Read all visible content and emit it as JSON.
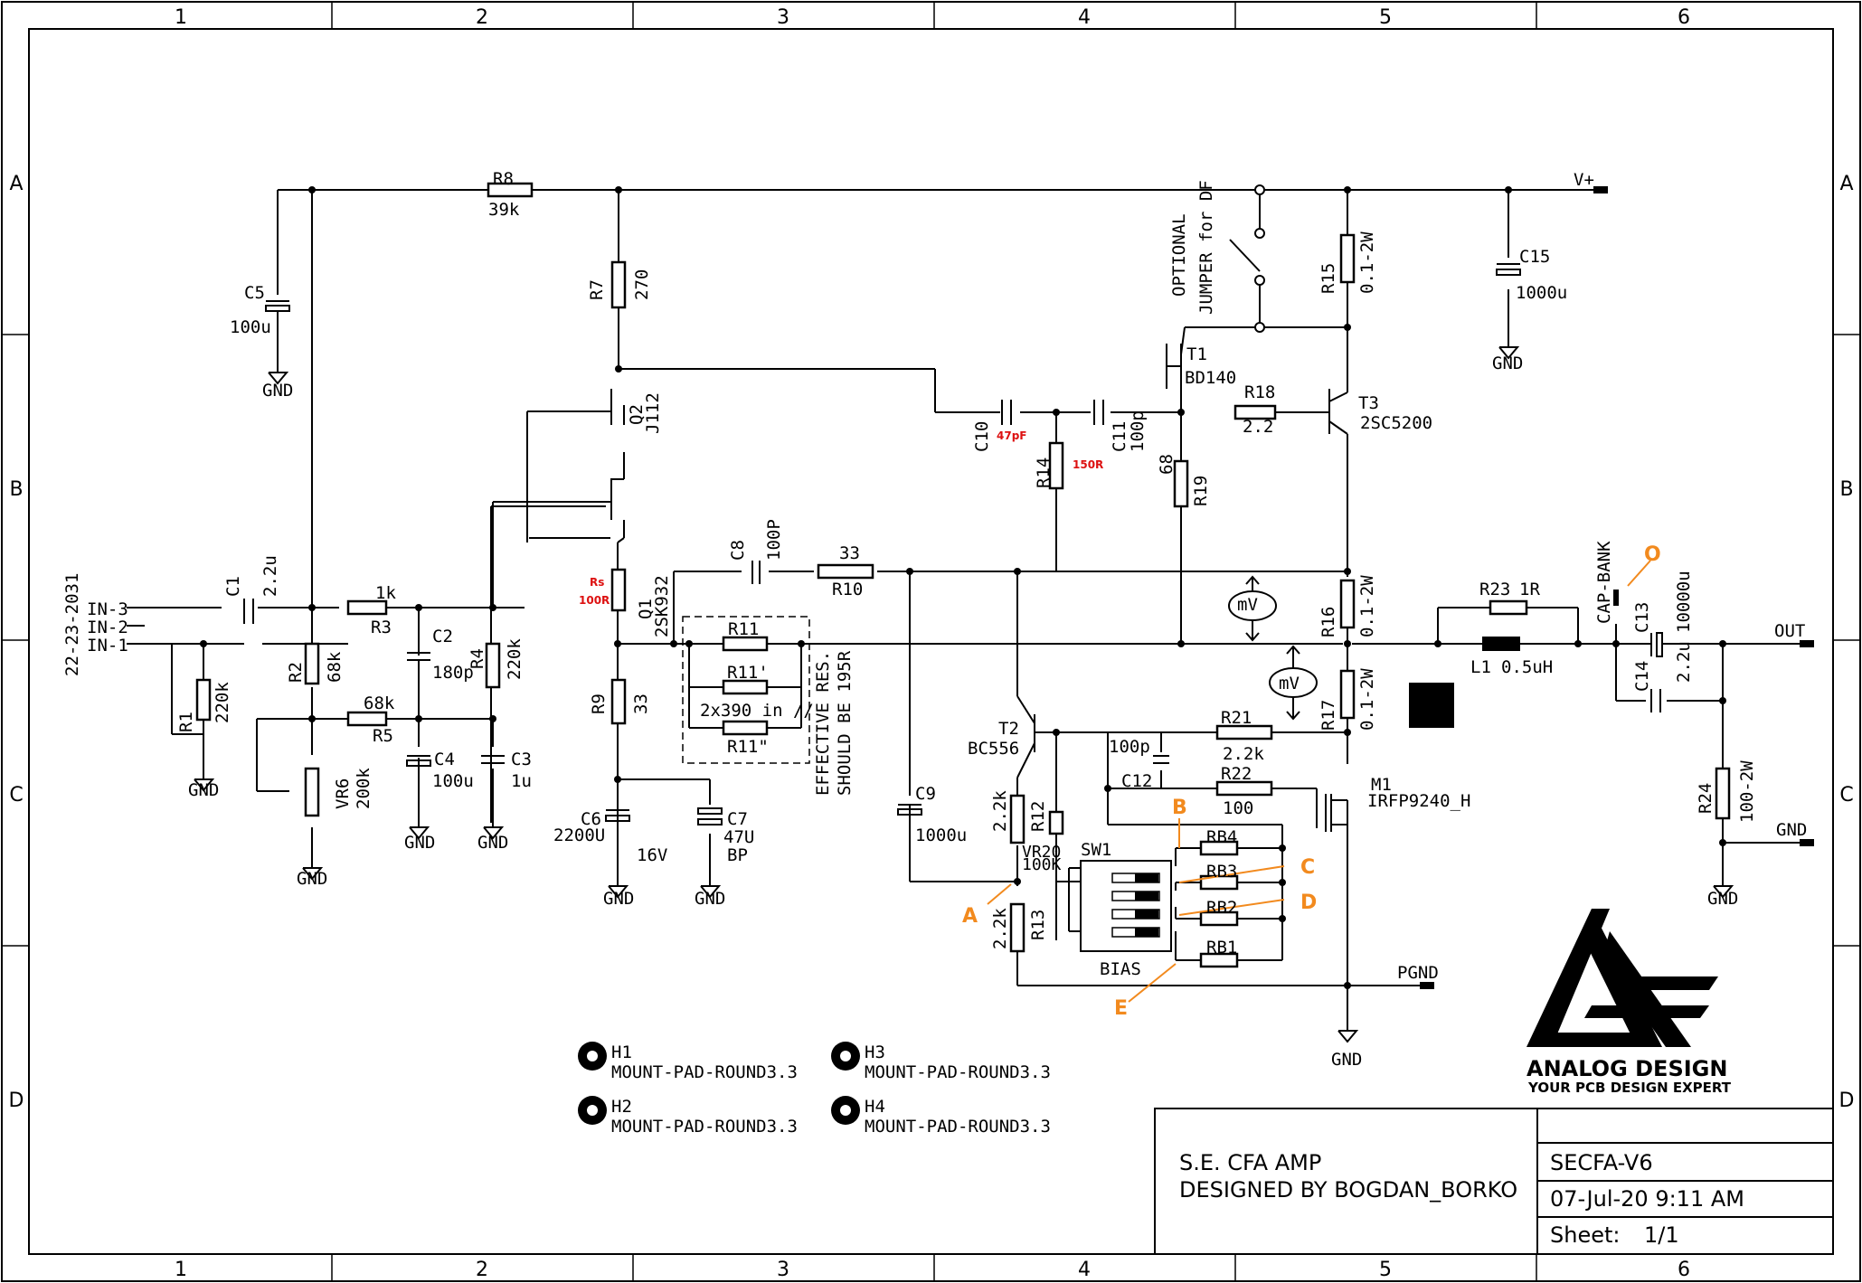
{
  "frame": {
    "columns": [
      "1",
      "2",
      "3",
      "4",
      "5",
      "6"
    ],
    "rows": [
      "A",
      "B",
      "C",
      "D"
    ]
  },
  "title_block": {
    "title": "S.E. CFA AMP",
    "designer": "DESIGNED BY BOGDAN_BORKO",
    "doc_id": "SECFA-V6",
    "date": "07-Jul-20 9:11 AM",
    "sheet_label": "Sheet:",
    "sheet_value": "1/1"
  },
  "logo": {
    "name": "ANALOG DESIGN",
    "tagline": "YOUR PCB DESIGN EXPERT"
  },
  "rails": {
    "vplus": "V+",
    "out": "OUT",
    "gnd": "GND",
    "pgnd": "PGND"
  },
  "connector": {
    "part": "22-23-2031",
    "pins": [
      "IN-3",
      "IN-2",
      "IN-1"
    ]
  },
  "components": {
    "R1": {
      "ref": "R1",
      "val": "220k"
    },
    "R2": {
      "ref": "R2",
      "val": "68k"
    },
    "R3": {
      "ref": "R3",
      "val": "1k"
    },
    "R4": {
      "ref": "R4",
      "val": "220k"
    },
    "R5": {
      "ref": "R5",
      "val": "68k"
    },
    "R7": {
      "ref": "R7",
      "val": "270"
    },
    "R8": {
      "ref": "R8",
      "val": "39k"
    },
    "R9": {
      "ref": "R9",
      "val": "33"
    },
    "R10": {
      "ref": "R10",
      "val": "33"
    },
    "R11": {
      "ref": "R11"
    },
    "R11p": {
      "ref": "R11'"
    },
    "R11pp": {
      "ref": "R11\""
    },
    "R11par": {
      "val": "2x390 in //"
    },
    "R12": {
      "ref": "R12",
      "val": "2.2k"
    },
    "R13": {
      "ref": "R13",
      "val": "2.2k"
    },
    "R14": {
      "ref": "R14",
      "val": "150R"
    },
    "R15": {
      "ref": "R15",
      "val": "0.1-2W"
    },
    "R16": {
      "ref": "R16",
      "val": "0.1-2W"
    },
    "R17": {
      "ref": "R17",
      "val": "0.1-2W"
    },
    "R18": {
      "ref": "R18",
      "val": "2.2"
    },
    "R19": {
      "ref": "R19",
      "val": "68"
    },
    "R21": {
      "ref": "R21",
      "val": "2.2k"
    },
    "R22": {
      "ref": "R22",
      "val": "100"
    },
    "R23": {
      "ref": "R23",
      "val": "1R"
    },
    "R24": {
      "ref": "R24",
      "val": "100-2W"
    },
    "Rs": {
      "ref": "Rs",
      "val": "100R"
    },
    "RB1": {
      "ref": "RB1"
    },
    "RB2": {
      "ref": "RB2"
    },
    "RB3": {
      "ref": "RB3"
    },
    "RB4": {
      "ref": "RB4"
    },
    "C1": {
      "ref": "C1",
      "val": "2.2u"
    },
    "C2": {
      "ref": "C2",
      "val": "180p"
    },
    "C3": {
      "ref": "C3",
      "val": "1u"
    },
    "C4": {
      "ref": "C4",
      "val": "100u"
    },
    "C5": {
      "ref": "C5",
      "val": "100u"
    },
    "C6": {
      "ref": "C6",
      "val": "2200U"
    },
    "C6v": {
      "val": "16V"
    },
    "C7": {
      "ref": "C7",
      "val": "47U"
    },
    "C7b": {
      "val": "BP"
    },
    "C8": {
      "ref": "C8",
      "val": "100P"
    },
    "C9": {
      "ref": "C9",
      "val": "1000u"
    },
    "C10": {
      "ref": "C10",
      "val": "47pF"
    },
    "C11": {
      "ref": "C11",
      "val": "100p"
    },
    "C12": {
      "ref": "C12",
      "val": "100p"
    },
    "C13": {
      "ref": "C13",
      "val": "10000u"
    },
    "C14": {
      "ref": "C14",
      "val": "2.2u"
    },
    "C15": {
      "ref": "C15",
      "val": "1000u"
    },
    "L1": {
      "ref": "L1",
      "val": "0.5uH"
    },
    "VR6": {
      "ref": "VR6",
      "val": "200k"
    },
    "VR20": {
      "ref": "VR20",
      "val": "100K"
    },
    "Q1": {
      "ref": "Q1",
      "val": "2SK932"
    },
    "Q2": {
      "ref": "Q2",
      "val": "J112"
    },
    "T1": {
      "ref": "T1",
      "val": "BD140"
    },
    "T2": {
      "ref": "T2",
      "val": "BC556"
    },
    "T3": {
      "ref": "T3",
      "val": "2SC5200"
    },
    "M1": {
      "ref": "M1",
      "val": "IRFP9240_H"
    },
    "SW1": {
      "ref": "SW1",
      "val": "BIAS"
    }
  },
  "notes": {
    "jumper1": "OPTIONAL",
    "jumper2": "JUMPER for DF",
    "eff1": "EFFECTIVE RES.",
    "eff2": "SHOULD BE 195R",
    "capbank": "CAP-BANK",
    "mv": "mV"
  },
  "markers": [
    "A",
    "B",
    "C",
    "D",
    "E",
    "O"
  ],
  "holes": [
    {
      "ref": "H1",
      "val": "MOUNT-PAD-ROUND3.3"
    },
    {
      "ref": "H2",
      "val": "MOUNT-PAD-ROUND3.3"
    },
    {
      "ref": "H3",
      "val": "MOUNT-PAD-ROUND3.3"
    },
    {
      "ref": "H4",
      "val": "MOUNT-PAD-ROUND3.3"
    }
  ]
}
